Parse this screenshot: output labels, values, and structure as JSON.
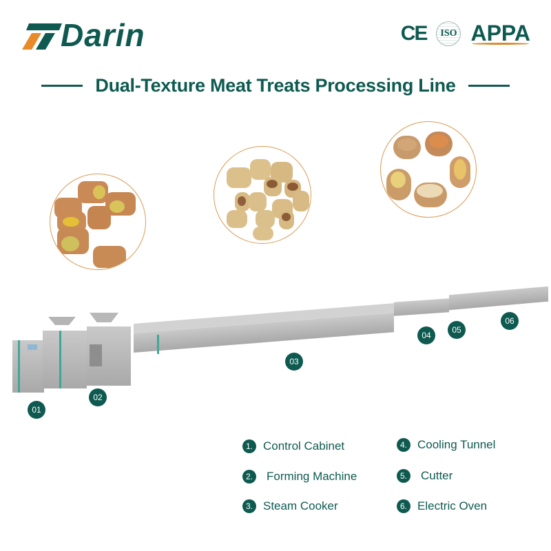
{
  "brand": {
    "logo_text": "Darin",
    "colors": {
      "primary": "#0e5a50",
      "accent": "#e8892a"
    }
  },
  "certifications": {
    "ce": "CE",
    "iso": "ISO",
    "appa": "APPA"
  },
  "title": "Dual-Texture Meat Treats Processing Line",
  "product_images": [
    {
      "name": "rolled-treats-yellow-filling"
    },
    {
      "name": "biscuit-treats-brown-filling"
    },
    {
      "name": "oval-treats-mixed-filling"
    }
  ],
  "machine_badges": [
    "01",
    "02",
    "03",
    "04",
    "05",
    "06"
  ],
  "legend": [
    {
      "num": "1.",
      "label": "Control Cabinet"
    },
    {
      "num": "2.",
      "label": "Forming Machine"
    },
    {
      "num": "3.",
      "label": "Steam Cooker"
    },
    {
      "num": "4.",
      "label": "Cooling Tunnel"
    },
    {
      "num": "5.",
      "label": "Cutter"
    },
    {
      "num": "6.",
      "label": "Electric Oven"
    }
  ]
}
